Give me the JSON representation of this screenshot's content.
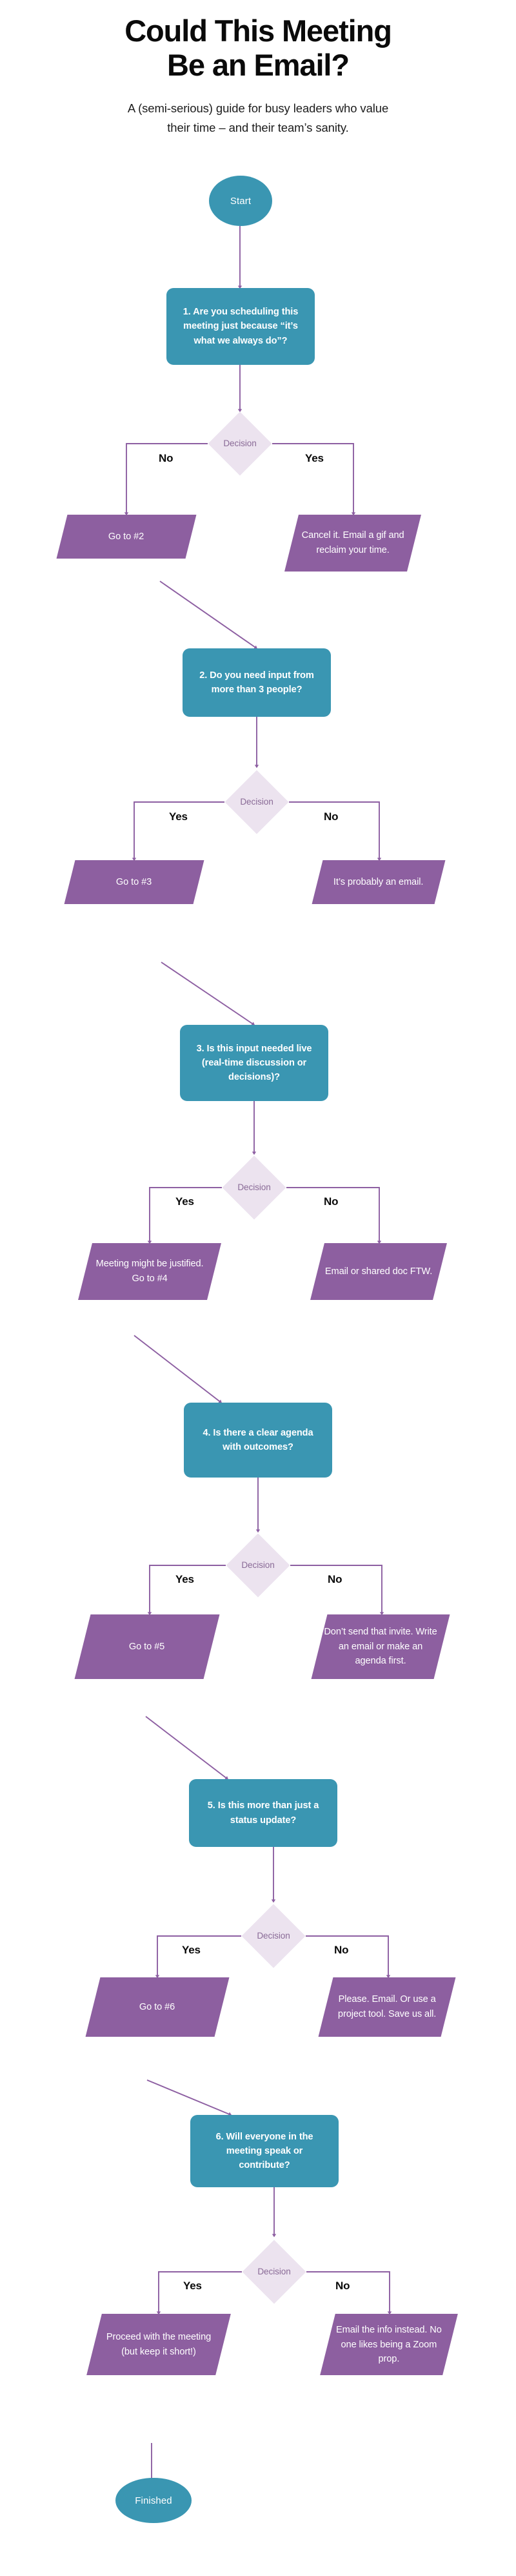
{
  "header": {
    "title_line1": "Could This Meeting",
    "title_line2": "Be an Email?",
    "subtitle_line1": "A (semi-serious) guide for busy leaders who value",
    "subtitle_line2": "their time – and their team’s sanity."
  },
  "colors": {
    "teal": "#3a96b2",
    "purple": "#8d5fa0",
    "diamond_fill": "#ece3ef",
    "diamond_text": "#8a6b97",
    "connector": "#8d5fa2",
    "text_dark": "#0a0a0a",
    "background": "#ffffff"
  },
  "start_node": {
    "label": "Start"
  },
  "end_node": {
    "label": "Finished"
  },
  "decision_label": "Decision",
  "steps": [
    {
      "question": "1. Are you scheduling this meeting just because “it’s what we always do”?",
      "left_branch_label": "No",
      "left_outcome": "Go to #2",
      "right_branch_label": "Yes",
      "right_outcome": "Cancel it. Email a gif and reclaim your time."
    },
    {
      "question": "2. Do you need input from more than 3 people?",
      "left_branch_label": "Yes",
      "left_outcome": "Go to #3",
      "right_branch_label": "No",
      "right_outcome": "It’s probably an email."
    },
    {
      "question": "3. Is this input needed live (real-time discussion or decisions)?",
      "left_branch_label": "Yes",
      "left_outcome": "Meeting might be justified. Go to #4",
      "right_branch_label": "No",
      "right_outcome": "Email or shared doc FTW."
    },
    {
      "question": "4. Is there a clear agenda with outcomes?",
      "left_branch_label": "Yes",
      "left_outcome": "Go to #5",
      "right_branch_label": "No",
      "right_outcome": "Don’t send that invite. Write an email or make an agenda first."
    },
    {
      "question": "5. Is this more than just a status update?",
      "left_branch_label": "Yes",
      "left_outcome": "Go to #6",
      "right_branch_label": "No",
      "right_outcome": "Please. Email. Or use a project tool. Save us all."
    },
    {
      "question": "6. Will everyone in the meeting speak or contribute?",
      "left_branch_label": "Yes",
      "left_outcome": "Proceed with the meeting (but keep it short!)",
      "right_branch_label": "No",
      "right_outcome": "Email the info instead. No one likes being a Zoom prop."
    }
  ]
}
